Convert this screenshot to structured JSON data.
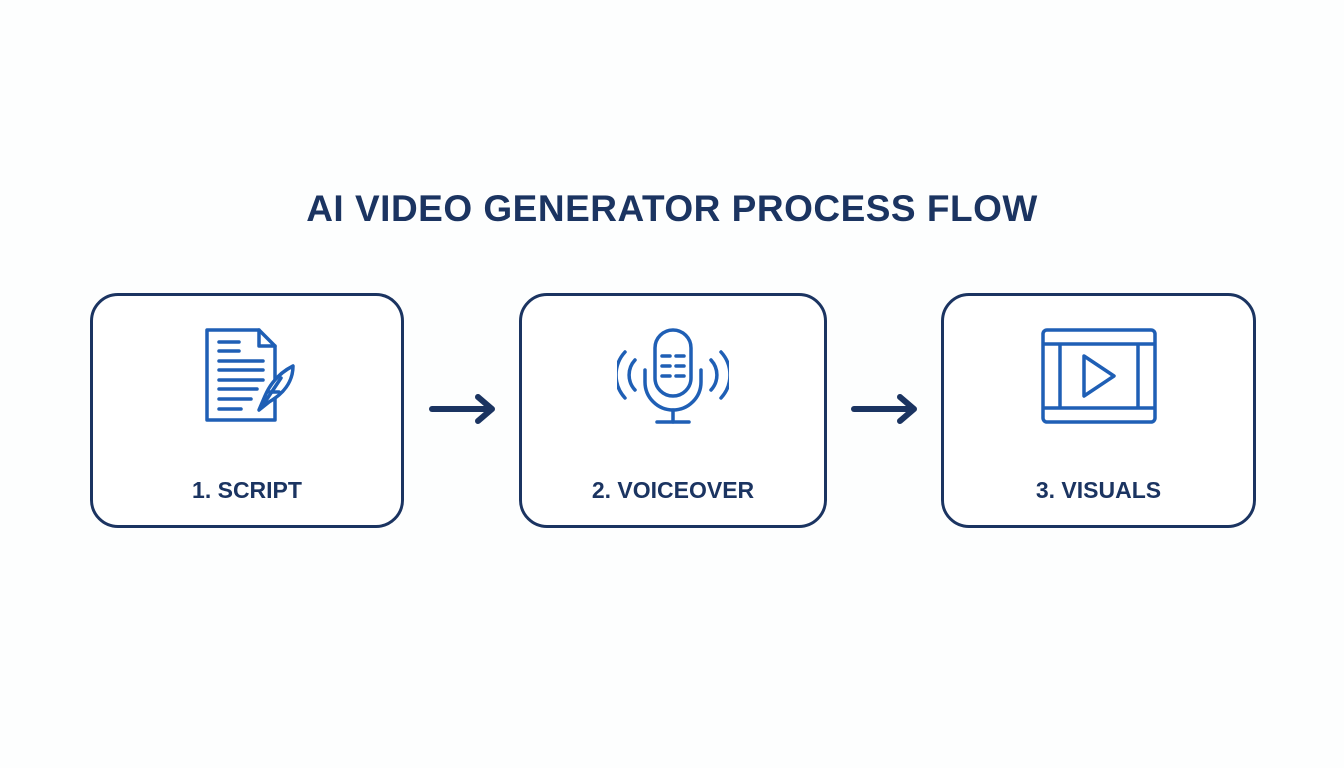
{
  "title": "AI VIDEO GENERATOR PROCESS FLOW",
  "steps": [
    {
      "label": "1. SCRIPT",
      "icon": "document-quill-icon"
    },
    {
      "label": "2. VOICEOVER",
      "icon": "microphone-icon"
    },
    {
      "label": "3. VISUALS",
      "icon": "video-player-icon"
    }
  ],
  "colors": {
    "primary": "#1b3461",
    "icon": "#1f5fb5"
  }
}
